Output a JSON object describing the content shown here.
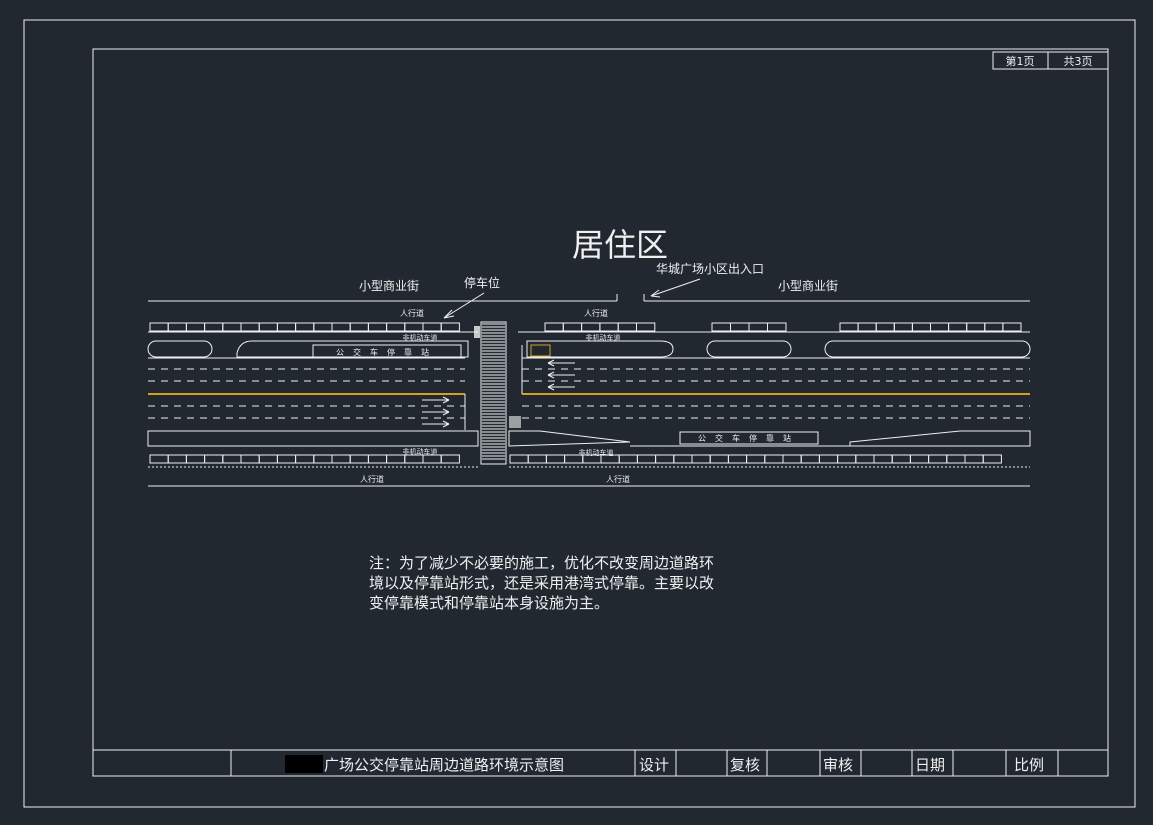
{
  "page": {
    "label": "第1页",
    "total": "共3页"
  },
  "zone": {
    "title": "居住区"
  },
  "labels": {
    "left_street": "小型商业街",
    "right_street": "小型商业街",
    "parking": "停车位",
    "exit": "华城广场小区出入口",
    "sidewalk_top_left": "人行道",
    "sidewalk_top_right": "人行道",
    "sidewalk_bottom_left": "人行道",
    "sidewalk_bottom_right": "人行道",
    "nonmotor_top_left": "非机动车道",
    "nonmotor_top_right": "非机动车道",
    "nonmotor_bottom_left": "非机动车道",
    "nonmotor_bottom_right": "非机动车道",
    "bus_stop_top_text": "公交车停靠站",
    "bus_stop_bottom_text": "公交车停靠站"
  },
  "note": {
    "line1": "注：为了减少不必要的施工，优化不改变周边道路环",
    "line2": "境以及停靠站形式，还是采用港湾式停靠。主要以改",
    "line3": "变停靠模式和停靠站本身设施为主。"
  },
  "title_block": {
    "drawing_title": "广场公交停靠站周边道路环境示意图",
    "design": "设计",
    "review": "复核",
    "audit": "审核",
    "date": "日期",
    "scale": "比例"
  },
  "colors": {
    "background": "#212830",
    "line": "#f0f0f0",
    "centerline": "#d4a020"
  }
}
